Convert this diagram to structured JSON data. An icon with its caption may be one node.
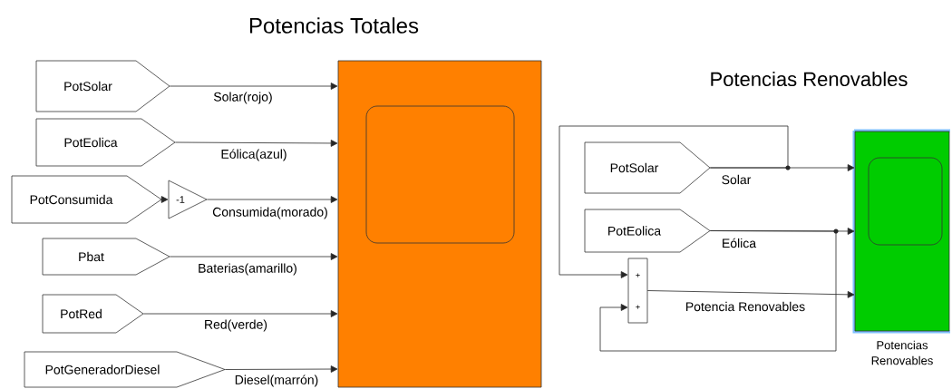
{
  "diagram": {
    "nodes": [
      {
        "text": [
          "PotSolar"
        ]
      },
      {
        "text": [
          "PotEolica"
        ]
      },
      {
        "text": [
          "PotConsumida"
        ]
      },
      {
        "text": [
          "-1"
        ]
      },
      {
        "text": [
          "Pbat"
        ]
      },
      {
        "text": [
          "PotRed"
        ]
      },
      {
        "text": [
          "PotGeneradorDiesel"
        ]
      },
      {
        "text": [],
        "shape": "box"
      },
      {
        "text": [
          "PotSolar"
        ]
      },
      {
        "text": [
          "PotEolica"
        ]
      },
      {
        "text": [
          "+",
          "+"
        ]
      },
      {
        "text": [],
        "shape": "box",
        "beside": [
          "Potencias Renovables"
        ]
      }
    ],
    "edges": [
      {
        "from": 0,
        "to": 7,
        "arrow": "to",
        "label": "Solar(rojo)"
      },
      {
        "from": 1,
        "to": 7,
        "arrow": "to",
        "label": "Eólica(azul)"
      },
      {
        "from": 2,
        "to": 3,
        "arrow": "to"
      },
      {
        "from": 3,
        "to": 7,
        "arrow": "to",
        "label": "Consumida(morado)"
      },
      {
        "from": 4,
        "to": 7,
        "arrow": "to",
        "label": "Baterias(amarillo)"
      },
      {
        "from": 5,
        "to": 7,
        "arrow": "to",
        "label": "Red(verde)"
      },
      {
        "from": 6,
        "to": 7,
        "arrow": "to",
        "label": "Diesel(marrón)"
      },
      {
        "from": 8,
        "to": 11,
        "arrow": "to",
        "label": "Solar"
      },
      {
        "from": 8,
        "to": 10,
        "arrow": "to"
      },
      {
        "from": 9,
        "to": 11,
        "arrow": "to",
        "label": "Eólica"
      },
      {
        "from": 9,
        "to": 10,
        "arrow": "to"
      },
      {
        "from": 10,
        "to": 11,
        "arrow": "to",
        "label": "Potencia Renovables"
      }
    ],
    "labels": [
      "Potencias Totales",
      "Potencias Renovables"
    ]
  }
}
